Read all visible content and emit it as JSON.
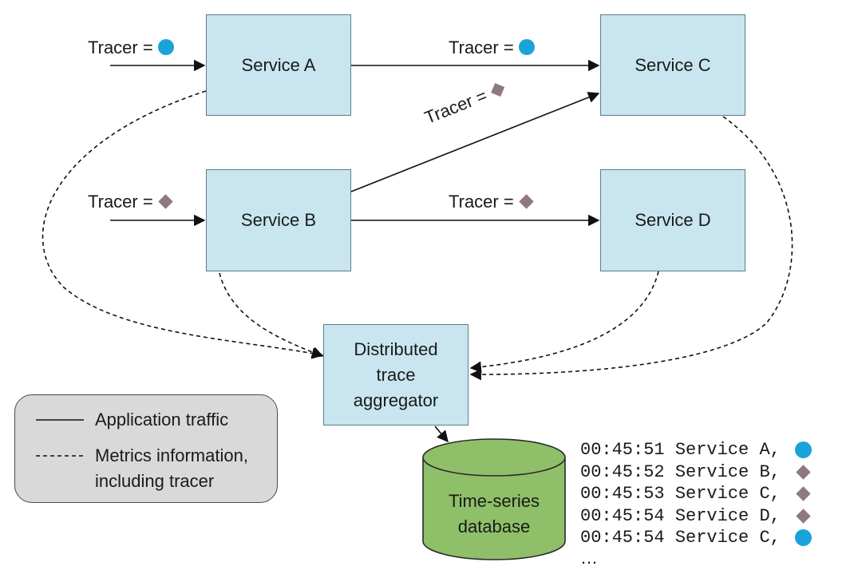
{
  "services": {
    "a": "Service A",
    "b": "Service B",
    "c": "Service C",
    "d": "Service D"
  },
  "aggregator": {
    "line1": "Distributed",
    "line2": "trace",
    "line3": "aggregator"
  },
  "database": {
    "line1": "Time-series",
    "line2": "database"
  },
  "tracer_label": "Tracer =",
  "tracer_labels": {
    "into_a": "Tracer =",
    "a_to_c": "Tracer =",
    "b_to_c": "Tracer =",
    "into_b": "Tracer =",
    "b_to_d": "Tracer ="
  },
  "legend": {
    "solid": "Application traffic",
    "dashed_line1": "Metrics information,",
    "dashed_line2": "including tracer"
  },
  "log_entries": [
    {
      "time": "00:45:51",
      "service": "Service A,",
      "marker": "circle"
    },
    {
      "time": "00:45:52",
      "service": "Service B,",
      "marker": "diamond"
    },
    {
      "time": "00:45:53",
      "service": "Service C,",
      "marker": "diamond"
    },
    {
      "time": "00:45:54",
      "service": "Service D,",
      "marker": "diamond"
    },
    {
      "time": "00:45:54",
      "service": "Service C,",
      "marker": "circle"
    }
  ],
  "ellipsis": "…",
  "colors": {
    "service_fill": "#c9e6f0",
    "database_fill": "#8fbf68",
    "legend_fill": "#d9d9d9",
    "circle_marker": "#1aa3d9",
    "diamond_marker": "#8e7a7d"
  }
}
